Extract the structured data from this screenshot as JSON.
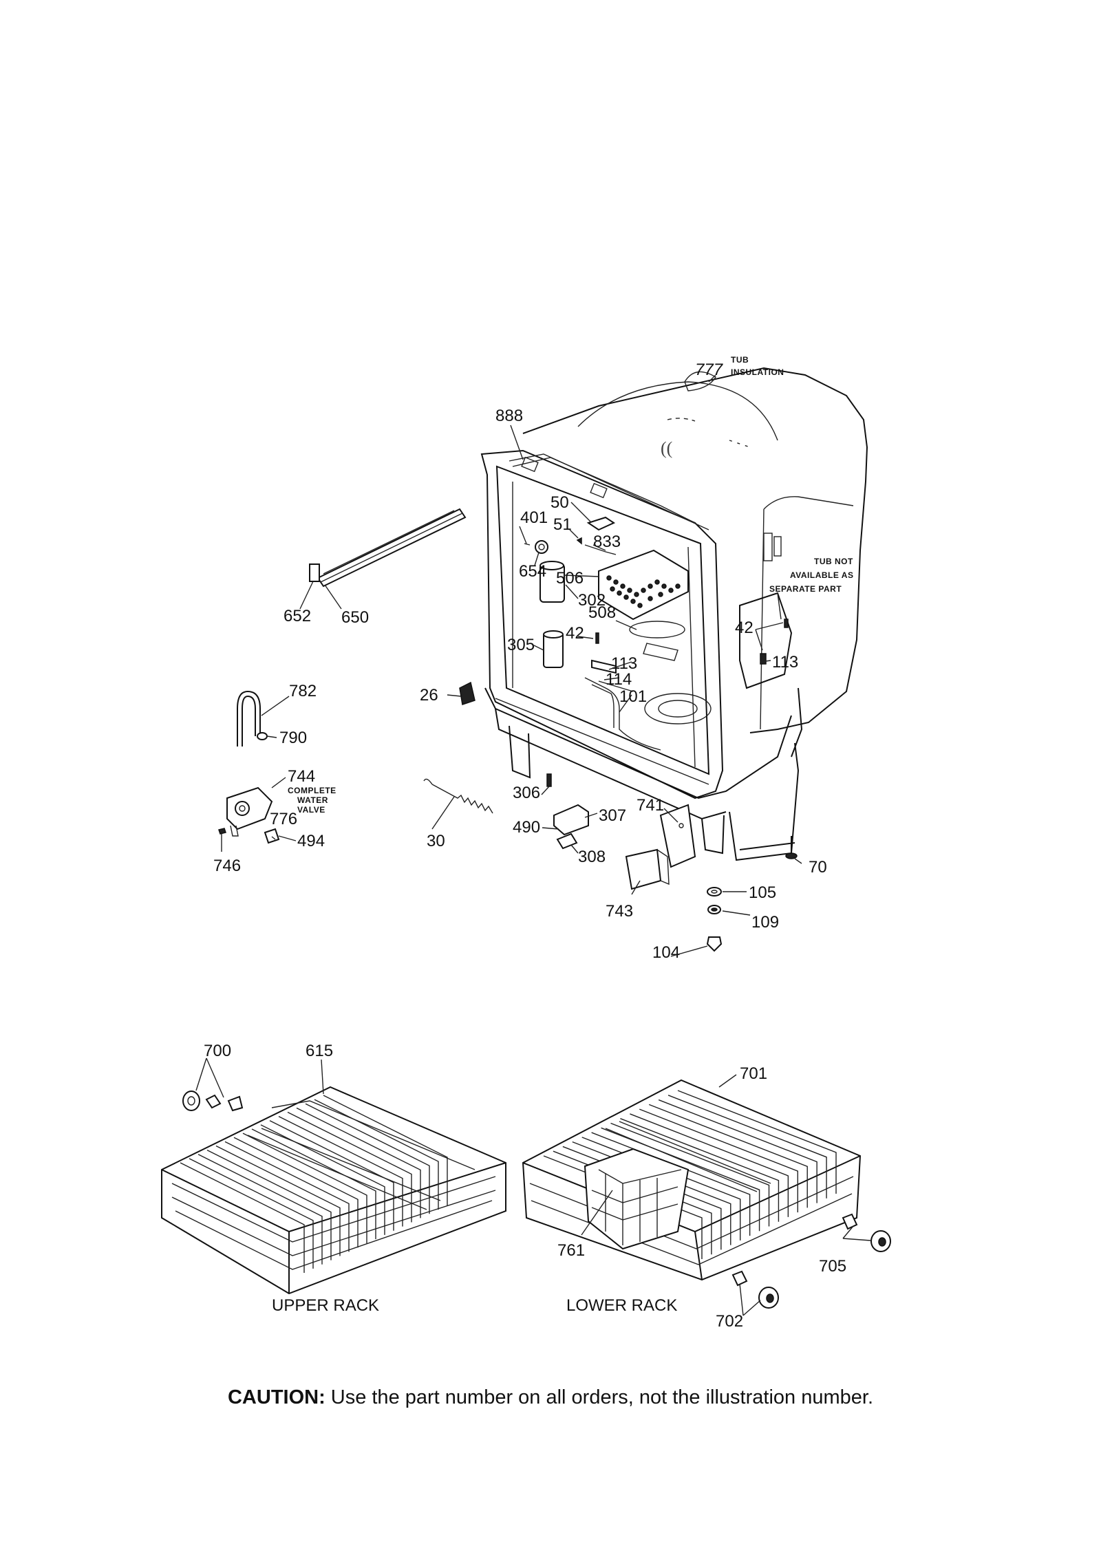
{
  "labels": {
    "tub_insulation": {
      "number": "777",
      "line1": "TUB",
      "line2": "INSULATION"
    },
    "tub_not_available": [
      "TUB NOT",
      "AVAILABLE AS",
      "SEPARATE PART"
    ],
    "water_valve": [
      "COMPLETE",
      "WATER",
      "VALVE"
    ],
    "upper_rack": "UPPER RACK",
    "lower_rack": "LOWER RACK"
  },
  "callouts": {
    "c888": "888",
    "c50": "50",
    "c401": "401",
    "c51": "51",
    "c833": "833",
    "c654": "654",
    "c506": "506",
    "c302": "302",
    "c508": "508",
    "c42a": "42",
    "c305": "305",
    "c113a": "113",
    "c114": "114",
    "c101": "101",
    "c26": "26",
    "c42b": "42",
    "c113b": "113",
    "c652": "652",
    "c650": "650",
    "c782": "782",
    "c790": "790",
    "c744": "744",
    "c776": "776",
    "c494": "494",
    "c746": "746",
    "c30": "30",
    "c306": "306",
    "c307": "307",
    "c741": "741",
    "c490": "490",
    "c308": "308",
    "c743": "743",
    "c70": "70",
    "c105": "105",
    "c109": "109",
    "c104": "104",
    "c700": "700",
    "c615": "615",
    "c701": "701",
    "c761": "761",
    "c705": "705",
    "c702": "702"
  },
  "caution": {
    "label": "CAUTION:",
    "text": "Use the part number on all orders, not the illustration number."
  }
}
